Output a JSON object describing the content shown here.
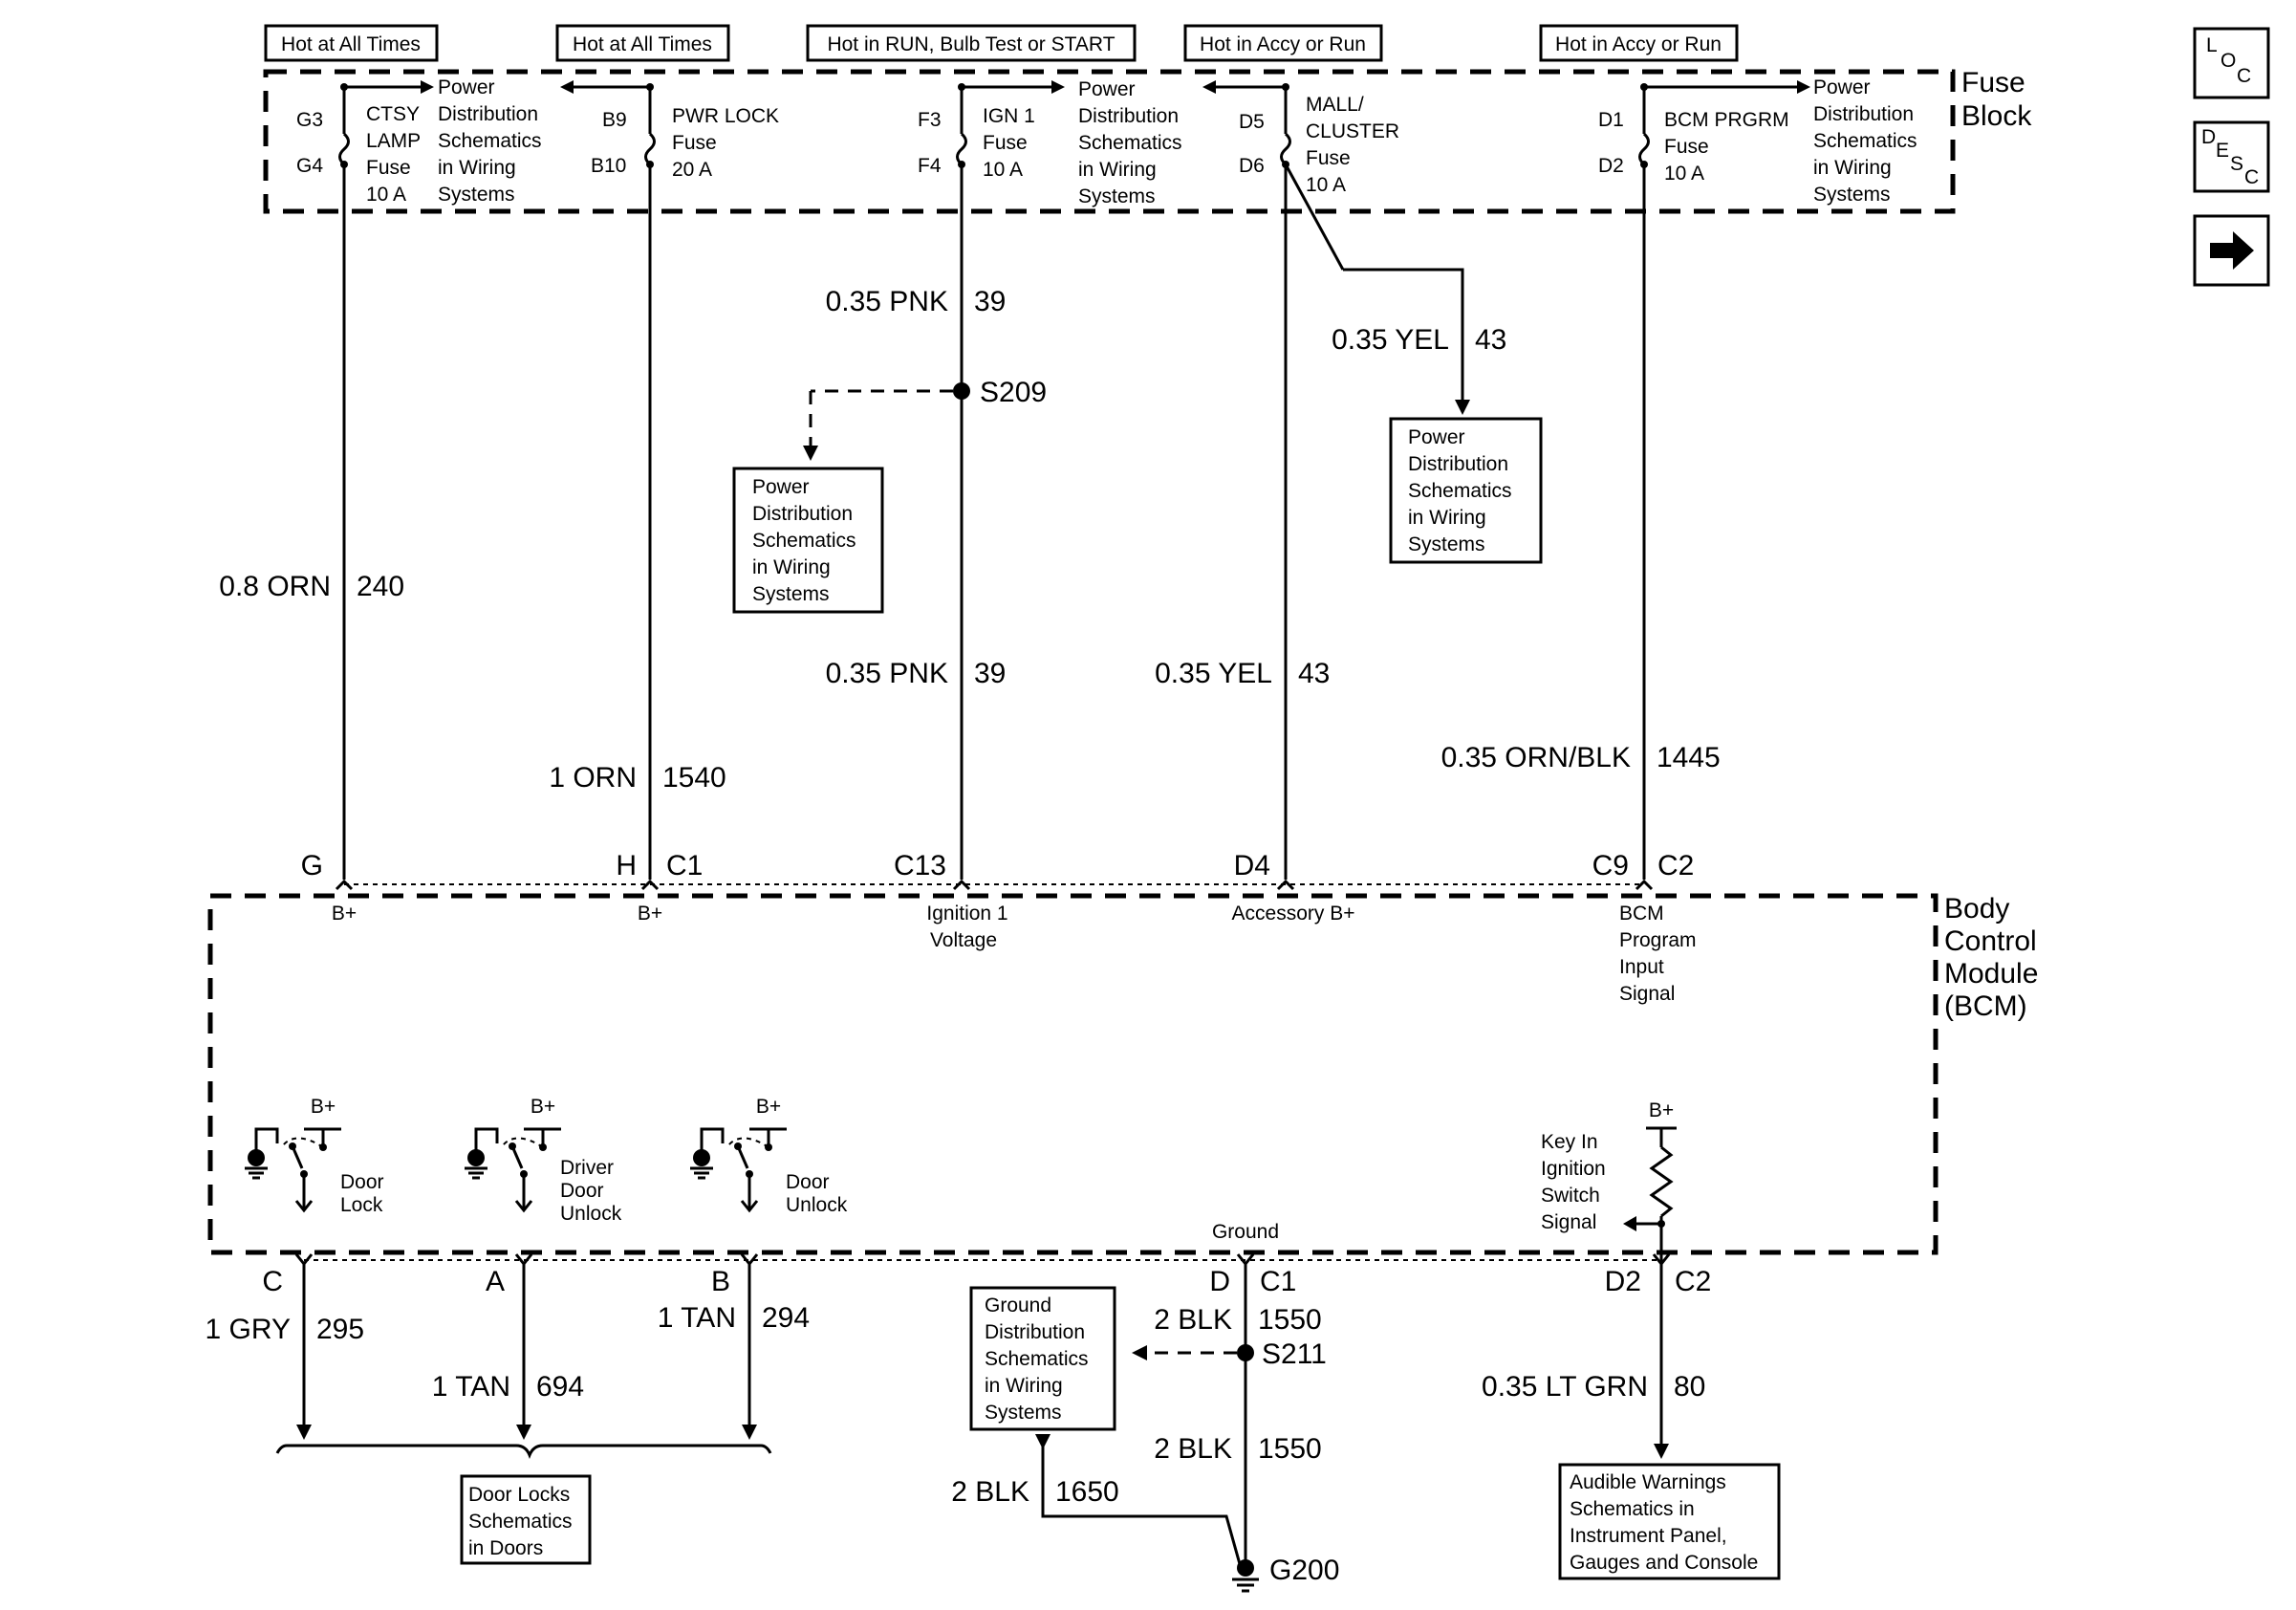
{
  "hot_labels": [
    "Hot at All Times",
    "Hot at All Times",
    "Hot in RUN, Bulb Test or START",
    "Hot in Accy or Run",
    "Hot in Accy or Run"
  ],
  "fuse_block_label": [
    "Fuse",
    "Block"
  ],
  "fuses": [
    {
      "pin_top": "G3",
      "pin_bottom": "G4",
      "name_lines": [
        "CTSY",
        "LAMP",
        "Fuse",
        "10 A"
      ]
    },
    {
      "pin_top": "B9",
      "pin_bottom": "B10",
      "name_lines": [
        "PWR LOCK",
        "Fuse",
        "20 A"
      ]
    },
    {
      "pin_top": "F3",
      "pin_bottom": "F4",
      "name_lines": [
        "IGN 1",
        "Fuse",
        "10 A"
      ]
    },
    {
      "pin_top": "D5",
      "pin_bottom": "D6",
      "name_lines": [
        "MALL/",
        "CLUSTER",
        "Fuse",
        "10 A"
      ]
    },
    {
      "pin_top": "D1",
      "pin_bottom": "D2",
      "name_lines": [
        "BCM PRGRM",
        "Fuse",
        "10 A"
      ]
    }
  ],
  "pds_lines": [
    "Power",
    "Distribution",
    "Schematics",
    "in Wiring",
    "Systems"
  ],
  "gds_lines": [
    "Ground",
    "Distribution",
    "Schematics",
    "in Wiring",
    "Systems"
  ],
  "door_locks_box": [
    "Door Locks",
    "Schematics",
    "in Doors"
  ],
  "audible_box": [
    "Audible Warnings",
    "Schematics in",
    "Instrument Panel,",
    "Gauges and Console"
  ],
  "wires": {
    "w240": {
      "color": "0.8 ORN",
      "circuit": "240"
    },
    "w1540": {
      "color": "1 ORN",
      "circuit": "1540"
    },
    "w39a": {
      "color": "0.35 PNK",
      "circuit": "39"
    },
    "w39b": {
      "color": "0.35 PNK",
      "circuit": "39"
    },
    "w43a": {
      "color": "0.35 YEL",
      "circuit": "43"
    },
    "w43b": {
      "color": "0.35 YEL",
      "circuit": "43"
    },
    "w1445": {
      "color": "0.35 ORN/BLK",
      "circuit": "1445"
    },
    "w295": {
      "color": "1 GRY",
      "circuit": "295"
    },
    "w694": {
      "color": "1 TAN",
      "circuit": "694"
    },
    "w294": {
      "color": "1 TAN",
      "circuit": "294"
    },
    "w1550a": {
      "color": "2 BLK",
      "circuit": "1550"
    },
    "w1550b": {
      "color": "2 BLK",
      "circuit": "1550"
    },
    "w1650": {
      "color": "2 BLK",
      "circuit": "1650"
    },
    "w80": {
      "color": "0.35 LT GRN",
      "circuit": "80"
    }
  },
  "splices": {
    "s209": "S209",
    "s211": "S211",
    "ground": "G200"
  },
  "connectors_top": {
    "g": "G",
    "h": "H",
    "c1": "C1",
    "c13": "C13",
    "d4": "D4",
    "c9": "C9",
    "c2": "C2"
  },
  "connectors_bottom": {
    "c": "C",
    "a": "A",
    "b": "B",
    "d": "D",
    "c1": "C1",
    "d2": "D2",
    "c2": "C2"
  },
  "bcm_label": [
    "Body",
    "Control",
    "Module",
    "(BCM)"
  ],
  "bcm_inputs": {
    "bplus": "B+",
    "ign1": [
      "Ignition 1",
      "Voltage"
    ],
    "acc": "Accessory B+",
    "prog": [
      "BCM",
      "Program",
      "Input",
      "Signal"
    ]
  },
  "switches": [
    {
      "supply": "B+",
      "label_lines": [
        "Door",
        "Lock"
      ]
    },
    {
      "supply": "B+",
      "label_lines": [
        "Driver",
        "Door",
        "Unlock"
      ]
    },
    {
      "supply": "B+",
      "label_lines": [
        "Door",
        "Unlock"
      ]
    }
  ],
  "key_switch": {
    "supply": "B+",
    "label_lines": [
      "Key In",
      "Ignition",
      "Switch",
      "Signal"
    ]
  },
  "ground_label": "Ground",
  "nav": {
    "loc": [
      "L",
      "O",
      "C"
    ],
    "desc": [
      "D",
      "E",
      "S",
      "C"
    ]
  }
}
